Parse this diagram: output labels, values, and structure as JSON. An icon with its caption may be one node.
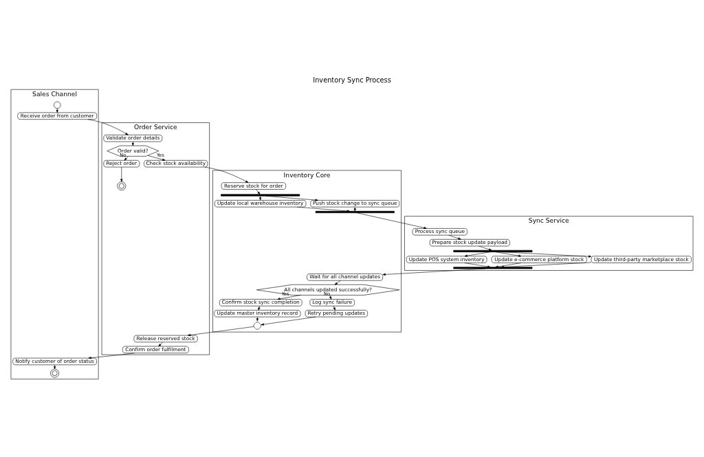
{
  "diagram": {
    "title": "Inventory Sync Process",
    "nodes": [
      {
        "text": [
          "Sales Channel"
        ]
      },
      {
        "text": [
          "Order Service"
        ]
      },
      {
        "text": [
          "Inventory Core"
        ]
      },
      {
        "text": [
          "Sync Service"
        ]
      },
      {
        "text": [],
        "shape": "circle",
        "in": 0
      },
      {
        "text": [
          "Receive order from customer"
        ],
        "in": 0
      },
      {
        "text": [
          "Validate order details"
        ],
        "in": 1
      },
      {
        "text": [
          "Order valid?"
        ],
        "in": 1
      },
      {
        "text": [
          "Check stock availability"
        ],
        "in": 1
      },
      {
        "text": [
          "Reject order"
        ],
        "in": 1
      },
      {
        "text": [],
        "shape": "bullseye",
        "in": 1
      },
      {
        "text": [
          "Reserve stock for order"
        ],
        "in": 2
      },
      {
        "text": [],
        "shape": "bar",
        "in": 2
      },
      {
        "text": [
          "Update local warehouse inventory"
        ],
        "in": 2
      },
      {
        "text": [
          "Push stock change to sync queue"
        ],
        "in": 2
      },
      {
        "text": [],
        "shape": "bar",
        "in": 2
      },
      {
        "text": [
          "Process sync queue"
        ],
        "in": 3
      },
      {
        "text": [
          "Prepare stock update payload"
        ],
        "in": 3
      },
      {
        "text": [],
        "shape": "bar",
        "in": 3
      },
      {
        "text": [
          "Update POS system inventory"
        ],
        "in": 3
      },
      {
        "text": [
          "Update e-commerce platform stock"
        ],
        "in": 3
      },
      {
        "text": [
          "Update third-party marketplace stock"
        ],
        "in": 3
      },
      {
        "text": [],
        "shape": "bar",
        "in": 3
      },
      {
        "text": [
          "Wait for all channel updates"
        ],
        "in": 2
      },
      {
        "text": [
          "All channels updated successfully?"
        ],
        "in": 2
      },
      {
        "text": [
          "Confirm stock sync completion"
        ],
        "in": 2
      },
      {
        "text": [
          "Log sync failure"
        ],
        "in": 2
      },
      {
        "text": [
          "Update master inventory record"
        ],
        "in": 2
      },
      {
        "text": [
          "Retry pending updates"
        ],
        "in": 2
      },
      {
        "text": [],
        "shape": "diamond",
        "in": 2
      },
      {
        "text": [
          "Release reserved stock"
        ],
        "in": 1
      },
      {
        "text": [
          "Confirm order fulfilment"
        ],
        "in": 1
      },
      {
        "text": [
          "Notify customer of order status"
        ],
        "in": 0
      },
      {
        "text": [],
        "shape": "bullseye",
        "in": 0
      }
    ],
    "edges": [
      {
        "from": 4,
        "to": 5,
        "arrow": "to"
      },
      {
        "from": 5,
        "to": 6,
        "arrow": "to"
      },
      {
        "from": 6,
        "to": 7,
        "arrow": "to"
      },
      {
        "from": 7,
        "to": 8,
        "arrow": "to",
        "label": "Yes"
      },
      {
        "from": 7,
        "to": 9,
        "arrow": "to",
        "label": "No"
      },
      {
        "from": 9,
        "to": 10,
        "arrow": "to"
      },
      {
        "from": 8,
        "to": 11,
        "arrow": "to"
      },
      {
        "from": 11,
        "to": 12,
        "arrow": "to"
      },
      {
        "from": 12,
        "to": 13,
        "arrow": "to"
      },
      {
        "from": 12,
        "to": 14,
        "arrow": "to"
      },
      {
        "from": 13,
        "to": 15,
        "arrow": "to"
      },
      {
        "from": 14,
        "to": 15,
        "arrow": "to"
      },
      {
        "from": 15,
        "to": 16,
        "arrow": "to"
      },
      {
        "from": 16,
        "to": 17,
        "arrow": "to"
      },
      {
        "from": 17,
        "to": 18,
        "arrow": "to"
      },
      {
        "from": 18,
        "to": 19,
        "arrow": "to"
      },
      {
        "from": 18,
        "to": 20,
        "arrow": "to"
      },
      {
        "from": 18,
        "to": 21,
        "arrow": "to"
      },
      {
        "from": 19,
        "to": 22,
        "arrow": "to"
      },
      {
        "from": 20,
        "to": 22,
        "arrow": "to"
      },
      {
        "from": 21,
        "to": 22,
        "arrow": "to"
      },
      {
        "from": 22,
        "to": 23,
        "arrow": "to"
      },
      {
        "from": 23,
        "to": 24,
        "arrow": "to"
      },
      {
        "from": 24,
        "to": 25,
        "arrow": "to",
        "label": "Yes"
      },
      {
        "from": 24,
        "to": 26,
        "arrow": "to",
        "label": "No"
      },
      {
        "from": 25,
        "to": 27,
        "arrow": "to"
      },
      {
        "from": 26,
        "to": 28,
        "arrow": "to"
      },
      {
        "from": 27,
        "to": 29,
        "arrow": "to"
      },
      {
        "from": 28,
        "to": 29,
        "arrow": "to"
      },
      {
        "from": 29,
        "to": 30,
        "arrow": "to"
      },
      {
        "from": 30,
        "to": 31,
        "arrow": "to"
      },
      {
        "from": 31,
        "to": 32,
        "arrow": "to"
      },
      {
        "from": 32,
        "to": 33,
        "arrow": "to"
      }
    ]
  }
}
